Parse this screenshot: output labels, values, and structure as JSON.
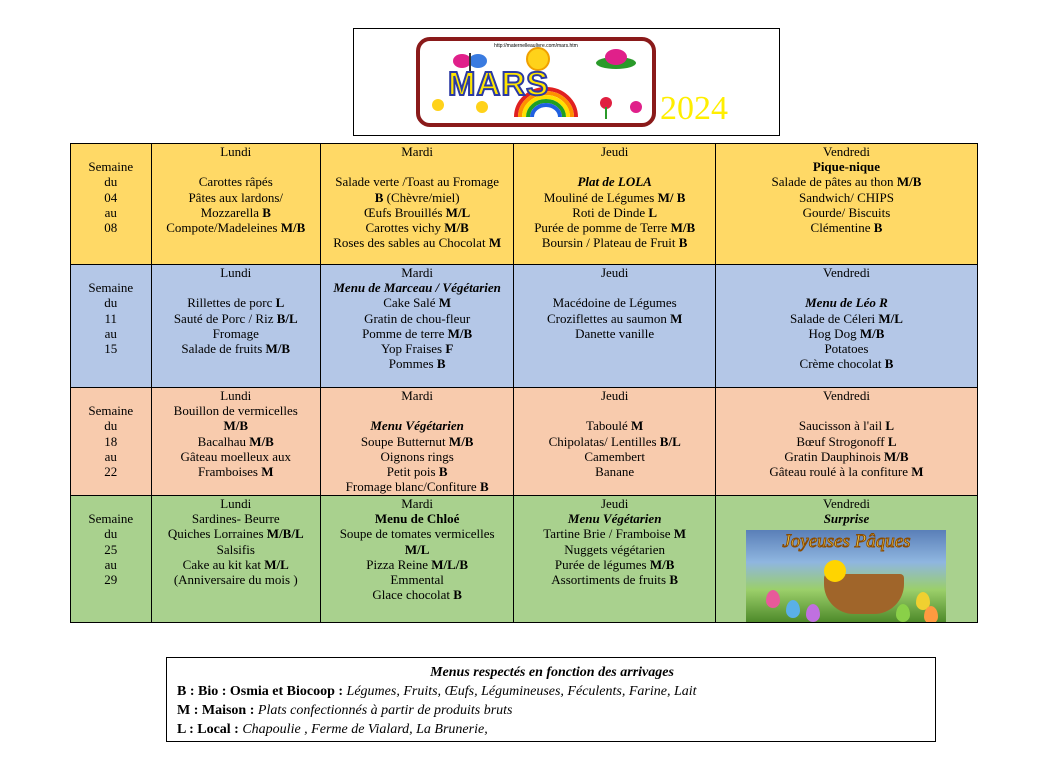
{
  "header": {
    "url": "http://maternelleaulivre.com/mars.htm",
    "month": "MARS",
    "year": "2024"
  },
  "weeks": [
    {
      "label": [
        "Semaine",
        "du",
        "04",
        "au",
        "08"
      ],
      "lundi": {
        "day": "Lundi",
        "lines": [
          {
            "t": ""
          },
          {
            "t": "Carottes râpés"
          },
          {
            "t": "Pâtes aux lardons/"
          },
          {
            "t": "Mozzarella ",
            "b": "B"
          },
          {
            "t": "Compote/Madeleines ",
            "b": "M/B"
          }
        ]
      },
      "mardi": {
        "day": "Mardi",
        "lines": [
          {
            "t": ""
          },
          {
            "t": "Salade verte /Toast au Fromage"
          },
          {
            "b0": "B",
            "t": " (Chèvre/miel)"
          },
          {
            "t": "Œufs Brouillés ",
            "b": "M/L"
          },
          {
            "t": "Carottes vichy ",
            "b": "M/B"
          },
          {
            "t": "Roses des sables au Chocolat ",
            "b": "M"
          }
        ]
      },
      "jeudi": {
        "day": "Jeudi",
        "lines": [
          {
            "t": ""
          },
          {
            "it": "Plat de LOLA"
          },
          {
            "t": "Mouliné de Légumes ",
            "b": "M/ B"
          },
          {
            "t": "Roti de Dinde ",
            "b": "L"
          },
          {
            "t": "Purée de pomme de Terre ",
            "b": "M/B"
          },
          {
            "t": "Boursin / Plateau de Fruit ",
            "b": "B"
          }
        ]
      },
      "vendredi": {
        "day": "Vendredi",
        "lines": [
          {
            "bold": "Pique-nique"
          },
          {
            "t": "Salade de pâtes au thon ",
            "b": "M/B"
          },
          {
            "t": "Sandwich/ CHIPS"
          },
          {
            "t": "Gourde/ Biscuits"
          },
          {
            "t": "Clémentine ",
            "b": "B"
          }
        ]
      }
    },
    {
      "label": [
        "Semaine",
        "du",
        "11",
        "au",
        "15"
      ],
      "lundi": {
        "day": "Lundi",
        "lines": [
          {
            "t": ""
          },
          {
            "t": "Rillettes de porc ",
            "b": "L"
          },
          {
            "t": "Sauté de Porc / Riz ",
            "b": "B/L"
          },
          {
            "t": "Fromage"
          },
          {
            "t": "Salade de fruits ",
            "b": "M/B"
          }
        ]
      },
      "mardi": {
        "day": "Mardi",
        "lines": [
          {
            "it": "Menu de Marceau / Végétarien"
          },
          {
            "t": "Cake Salé ",
            "b": "M"
          },
          {
            "t": "Gratin de chou-fleur"
          },
          {
            "t": "Pomme de terre ",
            "b": "M/B"
          },
          {
            "t": "Yop Fraises ",
            "b": "F"
          },
          {
            "t": "Pommes ",
            "b": "B"
          }
        ]
      },
      "jeudi": {
        "day": "Jeudi",
        "lines": [
          {
            "t": ""
          },
          {
            "t": "Macédoine de Légumes"
          },
          {
            "t": "Croziflettes au saumon ",
            "b": "M"
          },
          {
            "t": "Danette vanille"
          }
        ]
      },
      "vendredi": {
        "day": "Vendredi",
        "lines": [
          {
            "t": ""
          },
          {
            "it": "Menu de Léo R"
          },
          {
            "t": "Salade de Céleri ",
            "b": "M/L"
          },
          {
            "t": "Hog Dog ",
            "b": "M/B"
          },
          {
            "t": "Potatoes"
          },
          {
            "t": "Crème chocolat ",
            "b": "B"
          }
        ]
      }
    },
    {
      "label": [
        "Semaine",
        "du",
        "18",
        "au",
        "22"
      ],
      "lundi": {
        "day": "Lundi",
        "lines": [
          {
            "t": "Bouillon de vermicelles"
          },
          {
            "b0": "M/B"
          },
          {
            "t": "Bacalhau  ",
            "b": "M/B"
          },
          {
            "t": "Gâteau moelleux aux"
          },
          {
            "t": "Framboises ",
            "b": "M"
          }
        ]
      },
      "mardi": {
        "day": "Mardi",
        "lines": [
          {
            "t": ""
          },
          {
            "it": "Menu Végétarien"
          },
          {
            "t": "Soupe Butternut ",
            "b": "M/B"
          },
          {
            "t": "Oignons rings"
          },
          {
            "t": "Petit pois ",
            "b": "B"
          },
          {
            "t": "Fromage blanc/Confiture ",
            "b": "B"
          }
        ]
      },
      "jeudi": {
        "day": "Jeudi",
        "lines": [
          {
            "t": ""
          },
          {
            "t": "Taboulé ",
            "b": "M"
          },
          {
            "t": "Chipolatas/ Lentilles ",
            "b": "B/L"
          },
          {
            "t": "Camembert"
          },
          {
            "t": "Banane"
          }
        ]
      },
      "vendredi": {
        "day": "Vendredi",
        "lines": [
          {
            "t": ""
          },
          {
            "t": "Saucisson à l'ail ",
            "b": "L"
          },
          {
            "t": "Bœuf Strogonoff ",
            "b": "L"
          },
          {
            "t": "Gratin Dauphinois ",
            "b": "M/B"
          },
          {
            "t": "Gâteau roulé à la confiture ",
            "b": "M"
          }
        ]
      }
    },
    {
      "label": [
        "Semaine",
        "du",
        "25",
        "au",
        "29"
      ],
      "lundi": {
        "day": "Lundi",
        "lines": [
          {
            "t": "Sardines- Beurre"
          },
          {
            "t": "Quiches Lorraines ",
            "b": "M/B/L"
          },
          {
            "t": "Salsifis"
          },
          {
            "t": "Cake au kit kat ",
            "b": "M/L"
          },
          {
            "t": "(Anniversaire du mois  )"
          }
        ]
      },
      "mardi": {
        "day": "Mardi",
        "lines": [
          {
            "bold": "Menu de Chloé"
          },
          {
            "t": "Soupe de tomates vermicelles"
          },
          {
            "b0": "M/L"
          },
          {
            "t": "Pizza Reine ",
            "b": "M/L/B"
          },
          {
            "t": "Emmental"
          },
          {
            "t": "Glace chocolat ",
            "b": "B"
          }
        ]
      },
      "jeudi": {
        "day": "Jeudi",
        "lines": [
          {
            "it": "Menu Végétarien"
          },
          {
            "t": "Tartine Brie / Framboise ",
            "b": "M"
          },
          {
            "t": "Nuggets végétarien"
          },
          {
            "t": "Purée de légumes ",
            "b": "M/B"
          },
          {
            "t": "Assortiments de fruits ",
            "b": "B"
          }
        ]
      },
      "vendredi": {
        "day": "Vendredi",
        "lines": [
          {
            "it": "Surprise"
          }
        ],
        "image_text": "Joyeuses Pâques"
      }
    }
  ],
  "legend": {
    "title": "Menus respectés en fonction des arrivages",
    "items": [
      {
        "key": "B : Bio : Osmia et Biocoop : ",
        "value": "Légumes, Fruits, Œufs, Légumineuses, Féculents, Farine, Lait"
      },
      {
        "key": "M : Maison : ",
        "value": "Plats confectionnés à partir de produits bruts"
      },
      {
        "key": "L : Local : ",
        "value": "Chapoulie , Ferme de Vialard, La Brunerie,"
      }
    ]
  },
  "colors": {
    "week1": "#ffd966",
    "week2": "#b4c7e7",
    "week3": "#f8cbad",
    "week4": "#a9d18e"
  }
}
